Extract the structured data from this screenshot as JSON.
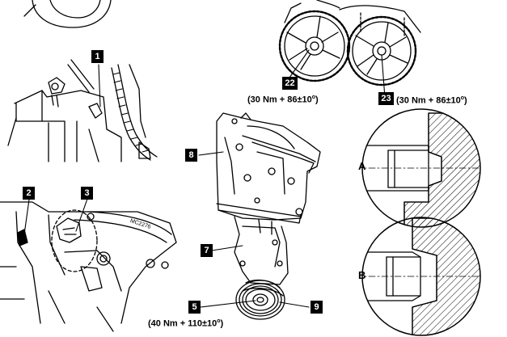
{
  "callouts": {
    "c1": "1",
    "c2": "2",
    "c3": "3",
    "c5": "5",
    "c7": "7",
    "c8": "8",
    "c9": "9",
    "c22": "22",
    "c23": "23"
  },
  "part_marking": "MC2276",
  "torques": {
    "t22": {
      "pre": "(30 Nm + 86±10",
      "sup": "o",
      "post": ")"
    },
    "t23": {
      "pre": "(30 Nm + 86±10",
      "sup": "o",
      "post": ")"
    },
    "t5": {
      "pre": "(40 Nm + 110±10",
      "sup": "o",
      "post": ")"
    }
  },
  "details": {
    "a": "A",
    "b": "B"
  }
}
